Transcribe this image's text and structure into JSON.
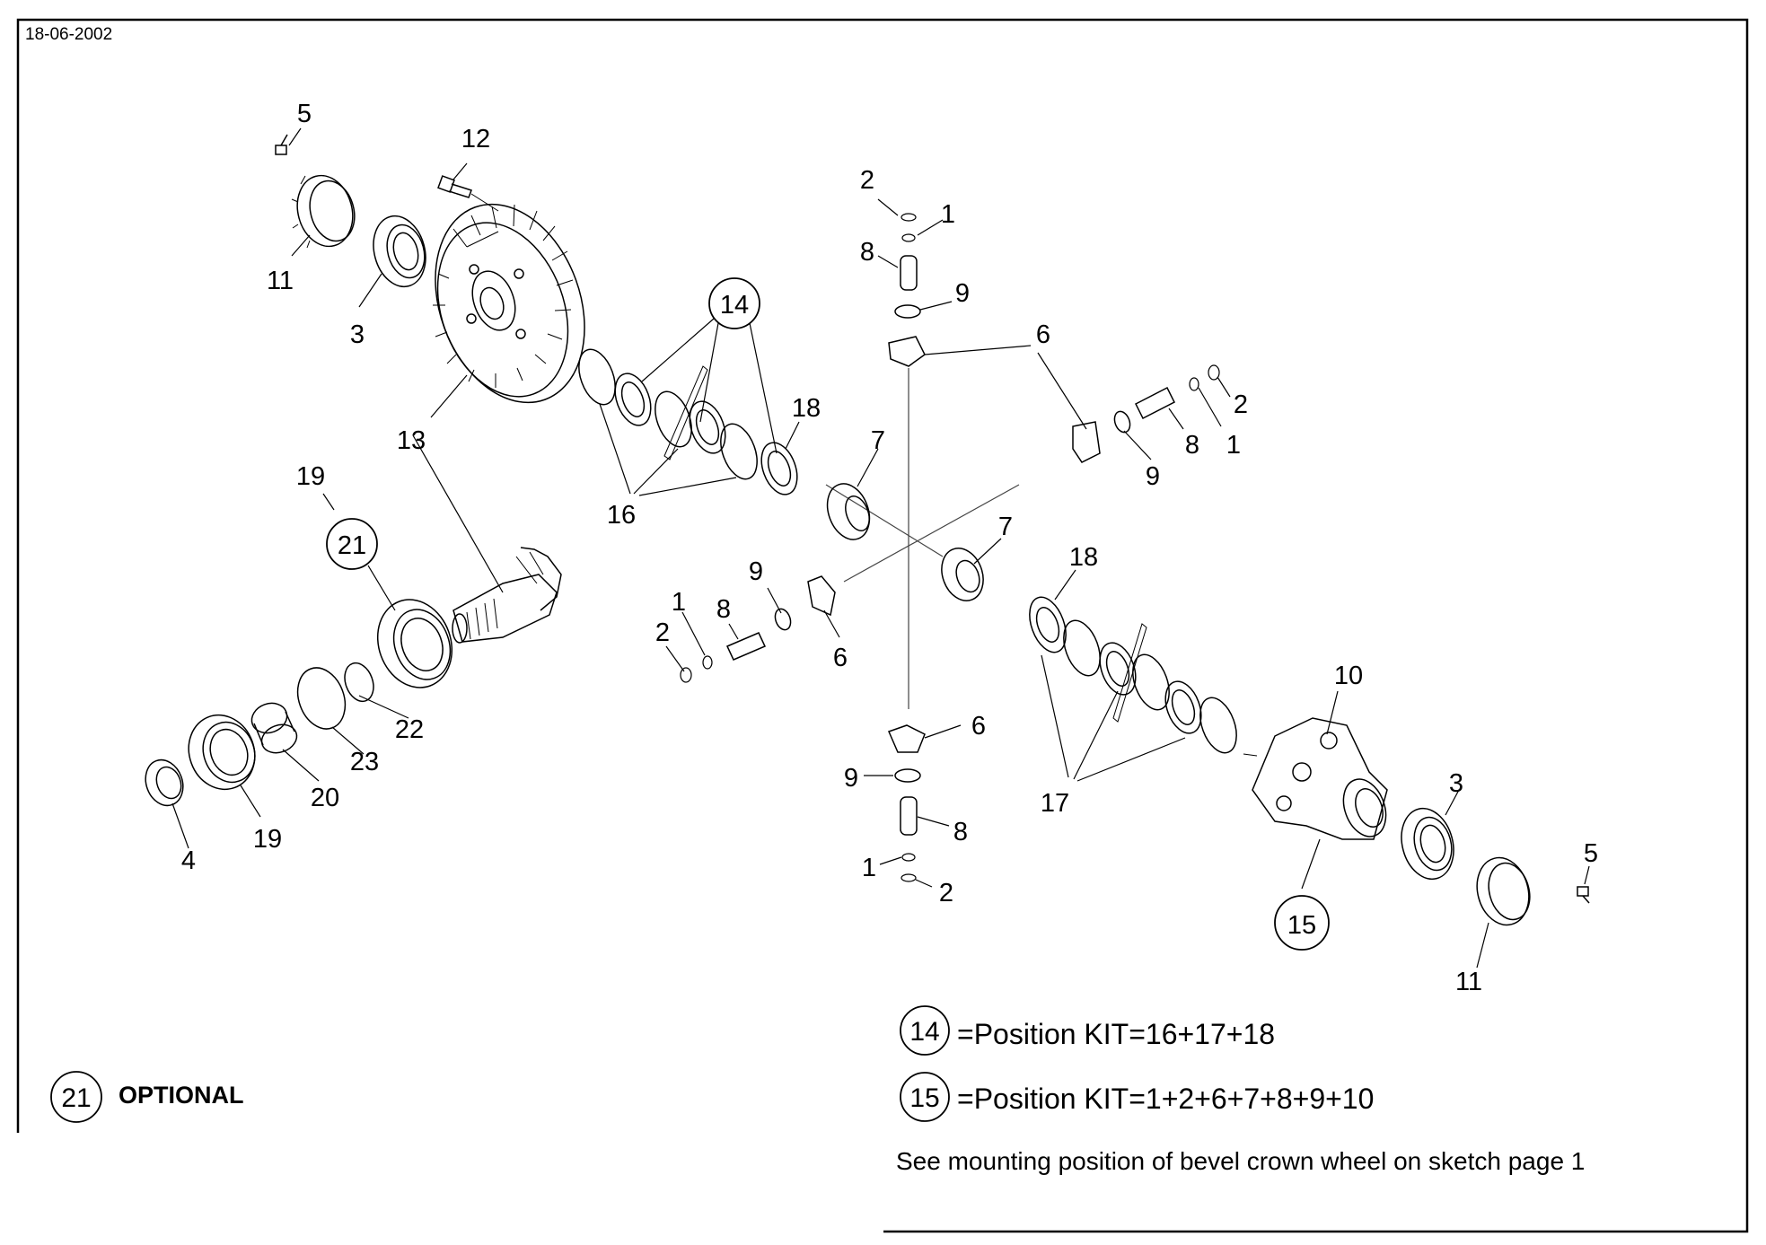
{
  "header": {
    "date": "18-06-2002"
  },
  "part_callouts": [
    {
      "id": "c5a",
      "label": "5"
    },
    {
      "id": "c12",
      "label": "12"
    },
    {
      "id": "c11a",
      "label": "11"
    },
    {
      "id": "c3a",
      "label": "3"
    },
    {
      "id": "c13",
      "label": "13"
    },
    {
      "id": "c19a",
      "label": "19"
    },
    {
      "id": "c21",
      "label": "21"
    },
    {
      "id": "c22",
      "label": "22"
    },
    {
      "id": "c23",
      "label": "23"
    },
    {
      "id": "c20",
      "label": "20"
    },
    {
      "id": "c19b",
      "label": "19"
    },
    {
      "id": "c4",
      "label": "4"
    },
    {
      "id": "c14",
      "label": "14"
    },
    {
      "id": "c16",
      "label": "16"
    },
    {
      "id": "c18a",
      "label": "18"
    },
    {
      "id": "c7a",
      "label": "7"
    },
    {
      "id": "c2a",
      "label": "2"
    },
    {
      "id": "c1a",
      "label": "1"
    },
    {
      "id": "c8a",
      "label": "8"
    },
    {
      "id": "c9a",
      "label": "9"
    },
    {
      "id": "c6a",
      "label": "6"
    },
    {
      "id": "c2b",
      "label": "2"
    },
    {
      "id": "c1b",
      "label": "1"
    },
    {
      "id": "c8b",
      "label": "8"
    },
    {
      "id": "c9b",
      "label": "9"
    },
    {
      "id": "c1c",
      "label": "1"
    },
    {
      "id": "c2c",
      "label": "2"
    },
    {
      "id": "c8c",
      "label": "8"
    },
    {
      "id": "c9c",
      "label": "9"
    },
    {
      "id": "c6b",
      "label": "6"
    },
    {
      "id": "c7b",
      "label": "7"
    },
    {
      "id": "c18b",
      "label": "18"
    },
    {
      "id": "c17",
      "label": "17"
    },
    {
      "id": "c6c",
      "label": "6"
    },
    {
      "id": "c9d",
      "label": "9"
    },
    {
      "id": "c8d",
      "label": "8"
    },
    {
      "id": "c1d",
      "label": "1"
    },
    {
      "id": "c2d",
      "label": "2"
    },
    {
      "id": "c10",
      "label": "10"
    },
    {
      "id": "c3b",
      "label": "3"
    },
    {
      "id": "c15",
      "label": "15"
    },
    {
      "id": "c5b",
      "label": "5"
    },
    {
      "id": "c11b",
      "label": "11"
    }
  ],
  "legend": {
    "kit14_number": "14",
    "kit14_text": "=Position KIT=16+17+18",
    "kit15_number": "15",
    "kit15_text": "=Position KIT=1+2+6+7+8+9+10",
    "see_note": "See mounting position of bevel crown wheel on sketch page 1",
    "optional_number": "21",
    "optional_text": "OPTIONAL"
  }
}
